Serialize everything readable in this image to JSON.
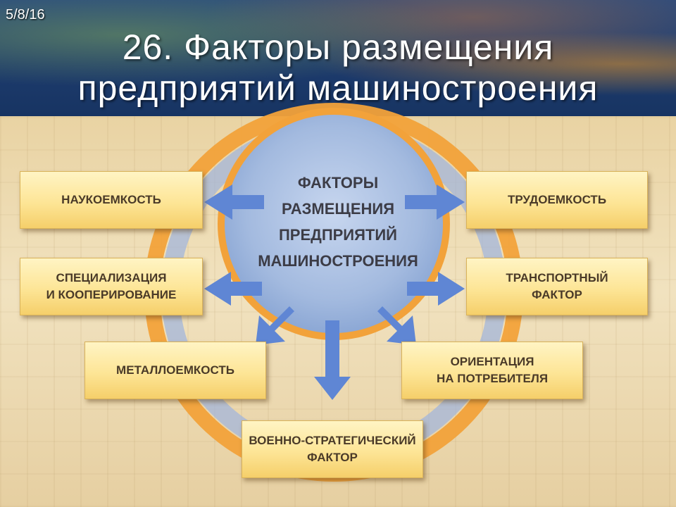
{
  "slide": {
    "date": "5/8/16",
    "title_line1": "26. Факторы размещения",
    "title_line2": "предприятий машиностроения"
  },
  "diagram": {
    "center_label": "ФАКТОРЫ\nРАЗМЕЩЕНИЯ\nПРЕДПРИЯТИЙ\nМАШИНОСТРОЕНИЯ",
    "factors": [
      "НАУКОЕМКОСТЬ",
      "ТРУДОЕМКОСТЬ",
      "СПЕЦИАЛИЗАЦИЯ\nИ КООПЕРИРОВАНИЕ",
      "ТРАНСПОРТНЫЙ\nФАКТОР",
      "МЕТАЛЛОЕМКОСТЬ",
      "ОРИЕНТАЦИЯ\nНА ПОТРЕБИТЕЛЯ",
      "ВОЕННО-СТРАТЕГИЧЕСКИЙ\nФАКТОР"
    ]
  },
  "colors": {
    "ring_orange": "#f2a23a",
    "inner_circle": "#9fb7de",
    "arrow_blue": "#5f86d4",
    "box_fill": "#fde596"
  }
}
